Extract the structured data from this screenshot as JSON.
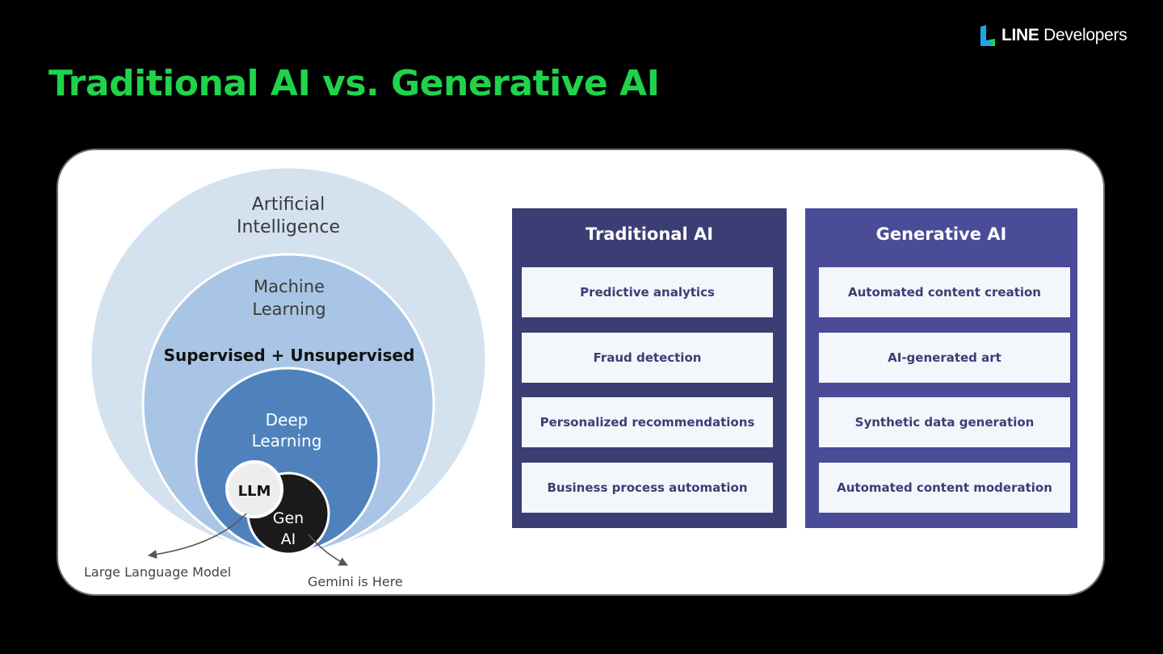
{
  "brand": {
    "name_bold": "LINE",
    "name_rest": " Developers",
    "logo_icon": "line-logo-icon"
  },
  "title": "Traditional AI vs. Generative AI",
  "colors": {
    "title": "#20d34a",
    "background": "#000000",
    "panel": "#ffffff",
    "ai_circle": "#d4e1ef",
    "ml_circle": "#a9c5e5",
    "dl_circle": "#4f81bd",
    "llm_circle": "#ededed",
    "genai_circle": "#1a1a1a",
    "traditional_column": "#3b3e74",
    "generative_column": "#4a4c97"
  },
  "venn": {
    "ai_label": [
      "Artificial",
      "Intelligence"
    ],
    "ml_label": [
      "Machine",
      "Learning"
    ],
    "ml_sublabel": "Supervised + Unsupervised",
    "dl_label": [
      "Deep",
      "Learning"
    ],
    "llm_label": "LLM",
    "genai_label": [
      "Gen",
      "AI"
    ],
    "callout_llm": "Large Language Model",
    "callout_genai": "Gemini is Here"
  },
  "comparison": {
    "traditional": {
      "heading": "Traditional AI",
      "items": [
        "Predictive analytics",
        "Fraud detection",
        "Personalized recommendations",
        "Business process automation"
      ]
    },
    "generative": {
      "heading": "Generative AI",
      "items": [
        "Automated content creation",
        "AI-generated art",
        "Synthetic data generation",
        "Automated content moderation"
      ]
    }
  }
}
